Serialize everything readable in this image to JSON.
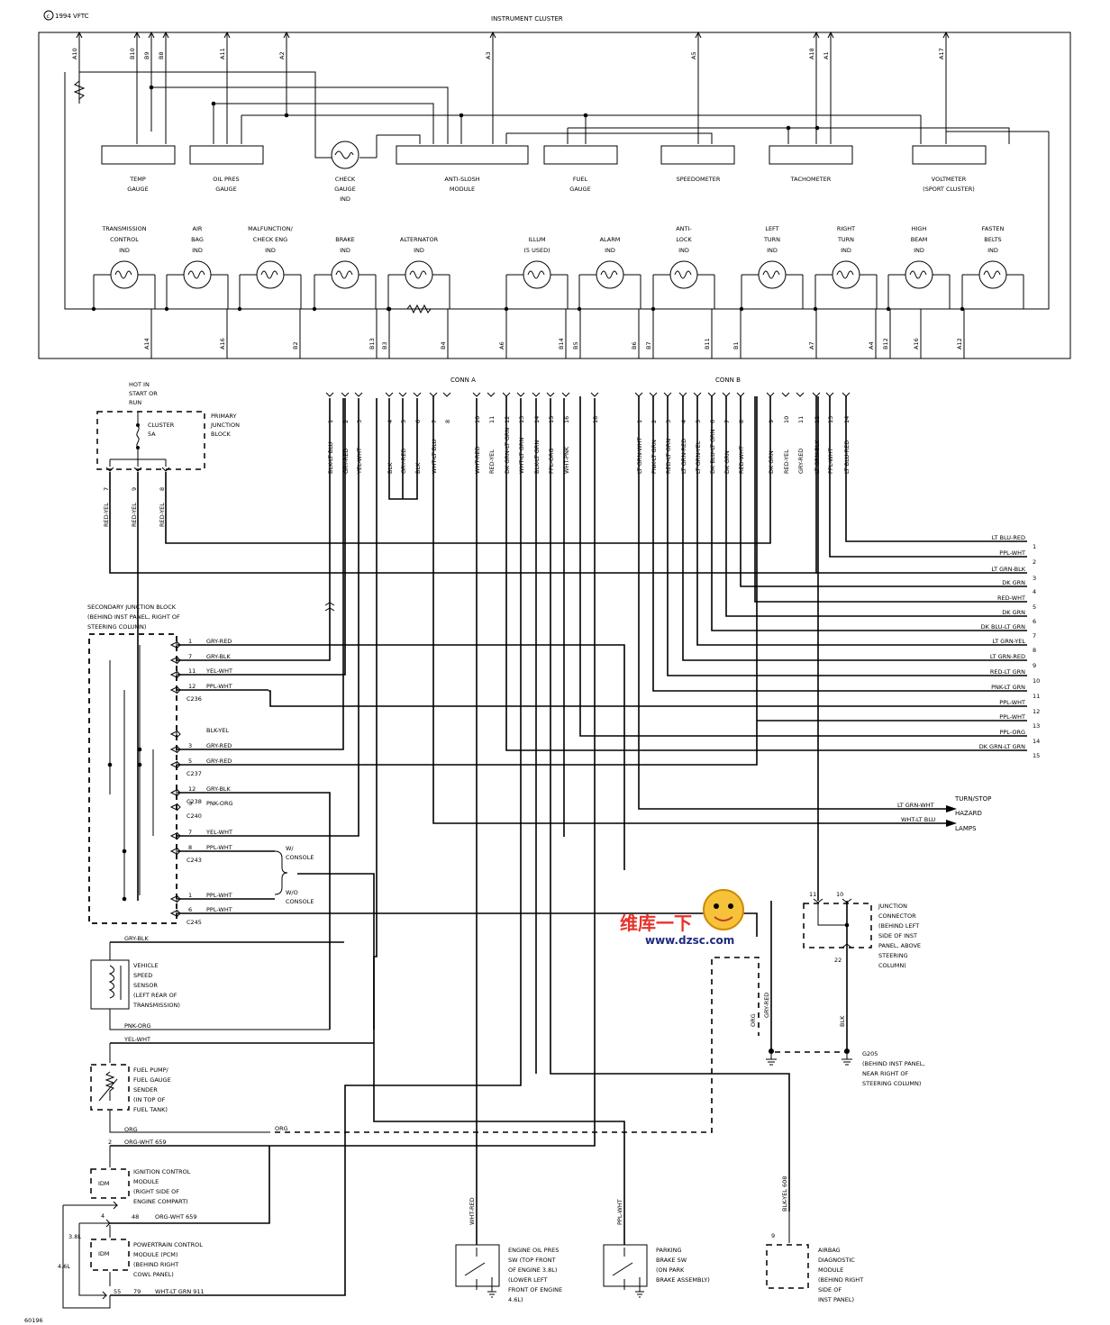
{
  "copyright": "1994 VFTC",
  "footer_code": "60196",
  "instrument_cluster": {
    "title": "INSTRUMENT CLUSTER",
    "top_pins": [
      "A10",
      "B10",
      "B9",
      "B8",
      "A11",
      "A2",
      "A3",
      "A5",
      "A18",
      "A1",
      "A17"
    ],
    "gauges": [
      {
        "line1": "TEMP",
        "line2": "GAUGE"
      },
      {
        "line1": "OIL PRES",
        "line2": "GAUGE"
      },
      {
        "line1": "CHECK",
        "line2": "GAUGE",
        "line3": "IND"
      },
      {
        "line1": "ANTI-SLOSH",
        "line2": "MODULE"
      },
      {
        "line1": "FUEL",
        "line2": "GAUGE"
      },
      {
        "line1": "SPEEDOMETER",
        "line2": ""
      },
      {
        "line1": "TACHOMETER",
        "line2": ""
      },
      {
        "line1": "VOLTMETER",
        "line2": "(SPORT CLUSTER)"
      }
    ],
    "indicators": [
      {
        "line1": "TRANSMISSION",
        "line2": "CONTROL",
        "line3": "IND"
      },
      {
        "line1": "AIR",
        "line2": "BAG",
        "line3": "IND"
      },
      {
        "line1": "MALFUNCTION/",
        "line2": "CHECK ENG",
        "line3": "IND"
      },
      {
        "line1": "",
        "line2": "BRAKE",
        "line3": "IND"
      },
      {
        "line1": "",
        "line2": "ALTERNATOR",
        "line3": "IND"
      },
      {
        "line1": "",
        "line2": "ILLUM",
        "line3": "(5 USED)"
      },
      {
        "line1": "",
        "line2": "ALARM",
        "line3": "IND"
      },
      {
        "line1": "ANTI-",
        "line2": "LOCK",
        "line3": "IND"
      },
      {
        "line1": "LEFT",
        "line2": "TURN",
        "line3": "IND"
      },
      {
        "line1": "RIGHT",
        "line2": "TURN",
        "line3": "IND"
      },
      {
        "line1": "HIGH",
        "line2": "BEAM",
        "line3": "IND"
      },
      {
        "line1": "FASTEN",
        "line2": "BELTS",
        "line3": "IND"
      }
    ],
    "bottom_pins": [
      "A14",
      "A16",
      "B2",
      "B13",
      "B3",
      "B4",
      "A6",
      "B14",
      "B5",
      "B6",
      "B7",
      "B11",
      "B1",
      "A7",
      "A4",
      "B12",
      "A16",
      "A12"
    ]
  },
  "conn_a": {
    "label": "CONN A",
    "pins": [
      {
        "n": "1",
        "c": "BLK-LT BLU"
      },
      {
        "n": "2",
        "c": "GRY-RED"
      },
      {
        "n": "3",
        "c": "YEL-WHT"
      },
      {
        "n": "4",
        "c": "BLK"
      },
      {
        "n": "5",
        "c": "GRY-RED"
      },
      {
        "n": "6",
        "c": "BLK"
      },
      {
        "n": "7",
        "c": "WHT-LT BLU"
      },
      {
        "n": "8",
        "c": ""
      },
      {
        "n": "10",
        "c": "WHT-RED"
      },
      {
        "n": "11",
        "c": "RED-YEL"
      },
      {
        "n": "12",
        "c": "DK GRN-LT GRN"
      },
      {
        "n": "13",
        "c": "WHT-LT GRN"
      },
      {
        "n": "14",
        "c": "BLK-LT GRN"
      },
      {
        "n": "15",
        "c": "PPL-ORG"
      },
      {
        "n": "16",
        "c": "WHT-PNK"
      },
      {
        "n": "18",
        "c": ""
      }
    ]
  },
  "conn_b": {
    "label": "CONN B",
    "pins": [
      {
        "n": "1",
        "c": "LT GRN-WHT"
      },
      {
        "n": "2",
        "c": "PNK-LT GRN"
      },
      {
        "n": "3",
        "c": "RED-LT GRN"
      },
      {
        "n": "4",
        "c": "LT GRN-RED"
      },
      {
        "n": "5",
        "c": "LT GRN-YEL"
      },
      {
        "n": "6",
        "c": "DK BLU-LT GRN"
      },
      {
        "n": "7",
        "c": "DK GRN"
      },
      {
        "n": "8",
        "c": "RED-WHT"
      },
      {
        "n": "9",
        "c": "DK GRN"
      },
      {
        "n": "10",
        "c": "RED-YEL"
      },
      {
        "n": "11",
        "c": "GRY-RED"
      },
      {
        "n": "12",
        "c": "LT GRN-BLK"
      },
      {
        "n": "13",
        "c": "PPL-WHT"
      },
      {
        "n": "14",
        "c": "LT BLU-RED"
      }
    ]
  },
  "hot_label": [
    "HOT IN",
    "START OR",
    "RUN"
  ],
  "primary_junction": {
    "label": [
      "PRIMARY",
      "JUNCTION",
      "BLOCK"
    ],
    "fuse": [
      "CLUSTER",
      "5A"
    ],
    "outputs": [
      {
        "n": "7",
        "c": "RED-YEL"
      },
      {
        "n": "9",
        "c": "RED-YEL"
      },
      {
        "n": "8",
        "c": "RED-YEL"
      }
    ]
  },
  "right_outputs": [
    {
      "n": "1",
      "c": "LT BLU-RED"
    },
    {
      "n": "2",
      "c": "PPL-WHT"
    },
    {
      "n": "3",
      "c": "LT GRN-BLK"
    },
    {
      "n": "4",
      "c": "DK GRN"
    },
    {
      "n": "5",
      "c": "RED-WHT"
    },
    {
      "n": "6",
      "c": "DK GRN"
    },
    {
      "n": "7",
      "c": "DK BLU-LT GRN"
    },
    {
      "n": "8",
      "c": "LT GRN-YEL"
    },
    {
      "n": "9",
      "c": "LT GRN-RED"
    },
    {
      "n": "10",
      "c": "RED-LT GRN"
    },
    {
      "n": "11",
      "c": "PNK-LT GRN"
    },
    {
      "n": "12",
      "c": "PPL-WHT"
    },
    {
      "n": "13",
      "c": "PPL-WHT"
    },
    {
      "n": "14",
      "c": "PPL-ORG"
    },
    {
      "n": "15",
      "c": "DK GRN-LT GRN"
    }
  ],
  "turn_stop": {
    "wires": [
      "LT GRN-WHT",
      "WHT-LT BLU"
    ],
    "label": [
      "TURN/STOP",
      "HAZARD",
      "LAMPS"
    ]
  },
  "secondary_junction": {
    "label": [
      "SECONDARY JUNCTION BLOCK",
      "(BEHIND INST PANEL, RIGHT OF",
      "STEERING COLUMN)"
    ],
    "rows": [
      {
        "n": "1",
        "c": "GRY-RED",
        "conn": ""
      },
      {
        "n": "7",
        "c": "GRY-BLK",
        "conn": ""
      },
      {
        "n": "11",
        "c": "YEL-WHT",
        "conn": ""
      },
      {
        "n": "12",
        "c": "PPL-WHT",
        "conn": "C236"
      },
      {
        "n": "",
        "c": "BLK-YEL",
        "conn": ""
      },
      {
        "n": "3",
        "c": "GRY-RED",
        "conn": ""
      },
      {
        "n": "5",
        "c": "GRY-RED",
        "conn": "C237"
      },
      {
        "n": "12",
        "c": "GRY-BLK",
        "conn": "C238"
      },
      {
        "n": "3",
        "c": "PNK-ORG",
        "conn": "C240"
      },
      {
        "n": "7",
        "c": "YEL-WHT",
        "conn": ""
      },
      {
        "n": "8",
        "c": "PPL-WHT",
        "conn": "C243"
      },
      {
        "n": "1",
        "c": "PPL-WHT",
        "conn": ""
      },
      {
        "n": "6",
        "c": "PPL-WHT",
        "conn": "C245"
      }
    ],
    "console_w": [
      "W/",
      "CONSOLE"
    ],
    "console_wo": [
      "W/O",
      "CONSOLE"
    ]
  },
  "vss": {
    "top_wire": "GRY-BLK",
    "label": [
      "VEHICLE",
      "SPEED",
      "SENSOR",
      "(LEFT REAR OF",
      "TRANSMISSION)"
    ],
    "bottom_wire": "PNK-ORG"
  },
  "fuel_pump": {
    "top_wire": "YEL-WHT",
    "label": [
      "FUEL PUMP/",
      "FUEL GAUGE",
      "SENDER",
      "(IN TOP OF",
      "FUEL TANK)"
    ],
    "out_wire": "ORG",
    "out_wire2": "ORG"
  },
  "icm": {
    "wire": "ORG-WHT 659",
    "pin": "2",
    "box": "IDM",
    "label": [
      "IGNITION CONTROL",
      "MODULE",
      "(RIGHT SIDE OF",
      "ENGINE COMPART)"
    ]
  },
  "pcm": {
    "wire_top": "ORG-WHT 659",
    "pin_top": "48",
    "pin_4": "4",
    "box": "IDM",
    "v38": "3.8L",
    "v46": "4.6L",
    "pin_bot": "55",
    "pin_79": "79",
    "wire_bot": "WHT-LT GRN 911",
    "label": [
      "POWERTRAIN CONTROL",
      "MODULE (PCM)",
      "(BEHIND RIGHT",
      "COWL PANEL)"
    ]
  },
  "oil_sw": {
    "wire": "WHT-RED",
    "label": [
      "ENGINE OIL PRES",
      "SW (TOP FRONT",
      "OF ENGINE 3.8L)",
      "(LOWER LEFT",
      "FRONT OF ENGINE",
      "4.6L)"
    ]
  },
  "park_sw": {
    "wire": "PPL-WHT",
    "label": [
      "PARKING",
      "BRAKE SW",
      "(ON PARK",
      "BRAKE ASSEMBLY)"
    ]
  },
  "airbag": {
    "wire": "BLK-YEL 608",
    "pin": "9",
    "label": [
      "AIRBAG",
      "DIAGNOSTIC",
      "MODULE",
      "(BEHIND RIGHT",
      "SIDE OF",
      "INST PANEL)"
    ]
  },
  "junction_connector": {
    "pins": [
      "11",
      "10",
      "22"
    ],
    "label": [
      "JUNCTION",
      "CONNECTOR",
      "(BEHIND LEFT",
      "SIDE OF INST",
      "PANEL, ABOVE",
      "STEERING",
      "COLUMN)"
    ]
  },
  "ground": {
    "wires": [
      "ORG",
      "GRY-RED",
      "BLK"
    ],
    "label": [
      "G205",
      "(BEHIND INST PANEL,",
      "NEAR RIGHT OF",
      "STEERING COLUMN)"
    ]
  },
  "watermark": {
    "brand": "维库一下",
    "url": "www.dzsc.com"
  }
}
